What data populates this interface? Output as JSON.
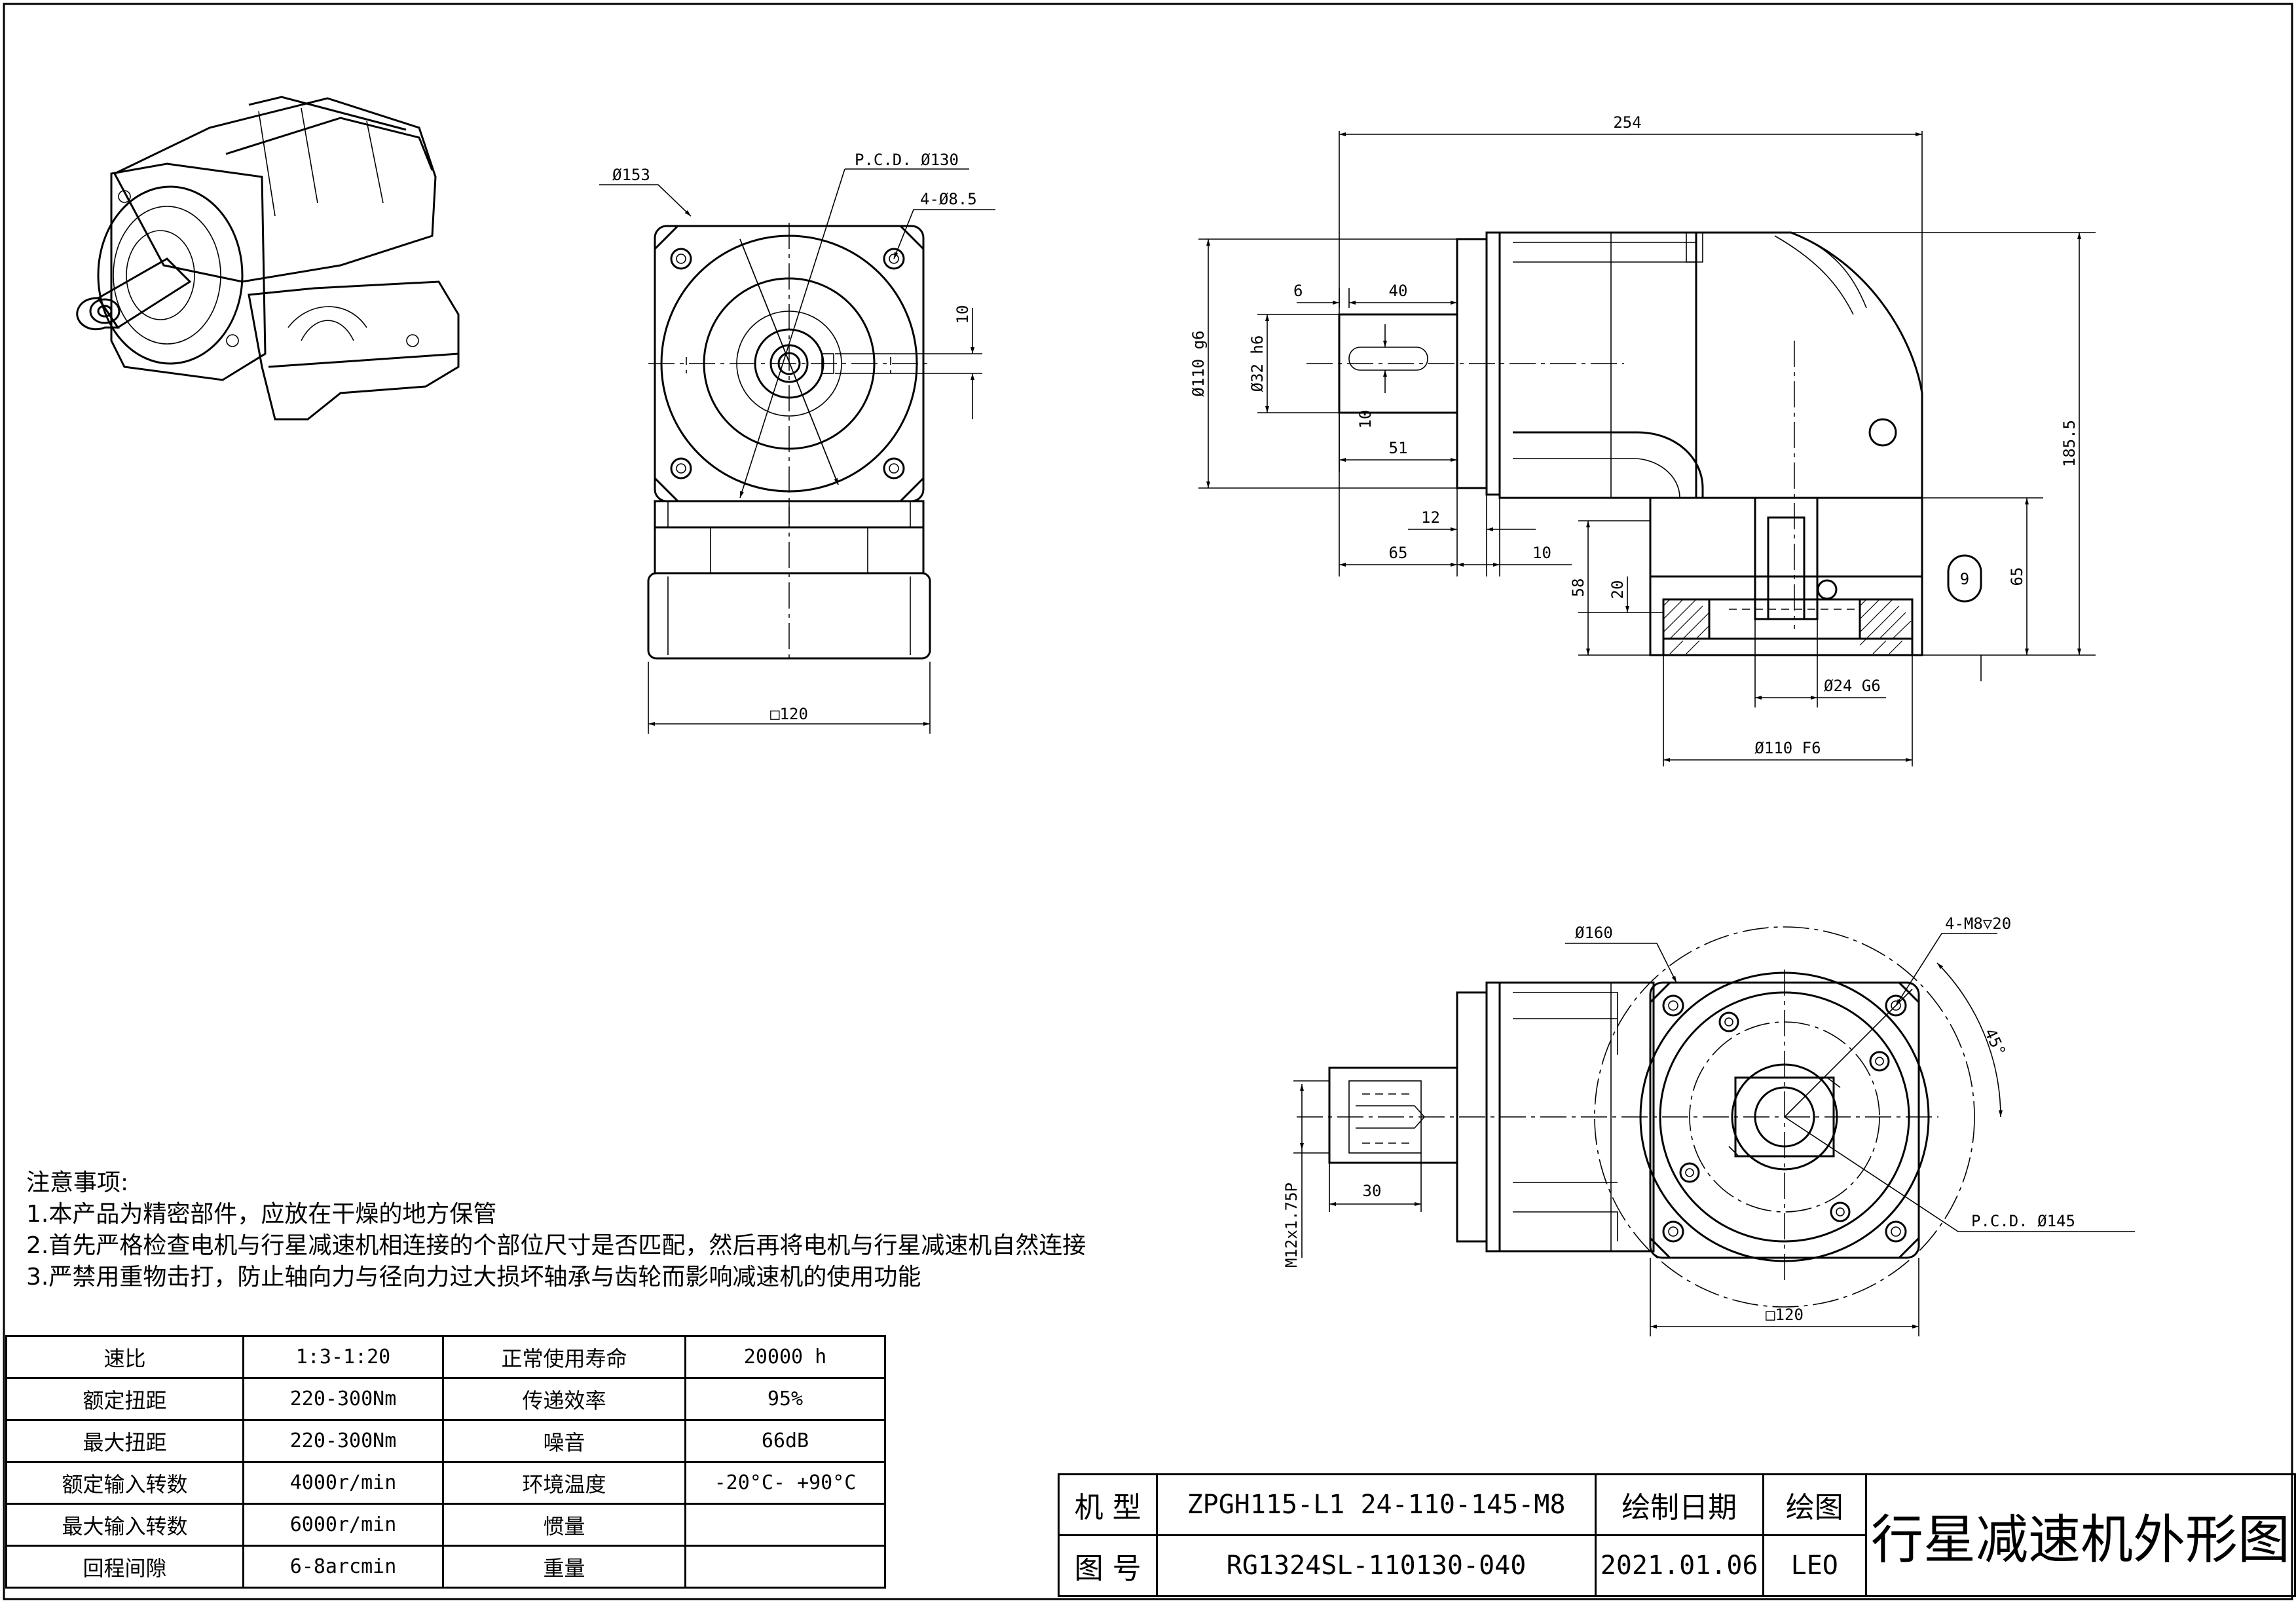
{
  "dimensions": {
    "front_pcd_130": "P.C.D. Ø130",
    "front_holes": "4-Ø8.5",
    "front_dia_153": "Ø153",
    "front_key_10": "10",
    "front_square_120": "□120",
    "side_len_254": "254",
    "side_6": "6",
    "side_40": "40",
    "side_dia_110_g6": "Ø110 g6",
    "side_dia_32_h6": "Ø32 h6",
    "side_key_10": "10",
    "side_51": "51",
    "side_12": "12",
    "side_65": "65",
    "side_10": "10",
    "side_58": "58",
    "side_20": "20",
    "side_dia_24_g6": "Ø24 G6",
    "side_dia_110_f6": "Ø110 F6",
    "side_height_185_5": "185.5",
    "side_65_right": "65",
    "side_balloon": "9",
    "bottom_dia_160": "Ø160",
    "bottom_holes": "4-M8▽20",
    "bottom_angle": "45°",
    "bottom_thread": "M12x1.75P",
    "bottom_30": "30",
    "bottom_pcd_145": "P.C.D. Ø145",
    "bottom_square_120": "□120"
  },
  "notes": {
    "heading": "注意事项:",
    "items": [
      "1.本产品为精密部件，应放在干燥的地方保管",
      "2.首先严格检查电机与行星减速机相连接的个部位尺寸是否匹配，然后再将电机与行星减速机自然连接",
      "3.严禁用重物击打，防止轴向力与径向力过大损坏轴承与齿轮而影响减速机的使用功能"
    ]
  },
  "spec_table": {
    "rows": [
      {
        "label_a": "速比",
        "value_a": "1:3-1:20",
        "label_b": "正常使用寿命",
        "value_b": "20000 h"
      },
      {
        "label_a": "额定扭距",
        "value_a": "220-300Nm",
        "label_b": "传递效率",
        "value_b": "95%"
      },
      {
        "label_a": "最大扭距",
        "value_a": "220-300Nm",
        "label_b": "噪音",
        "value_b": "66dB"
      },
      {
        "label_a": "额定输入转数",
        "value_a": "4000r/min",
        "label_b": "环境温度",
        "value_b": "-20°C- +90°C"
      },
      {
        "label_a": "最大输入转数",
        "value_a": "6000r/min",
        "label_b": "惯量",
        "value_b": ""
      },
      {
        "label_a": "回程间隙",
        "value_a": "6-8arcmin",
        "label_b": "重量",
        "value_b": ""
      }
    ]
  },
  "title_block": {
    "model_label": "机 型",
    "model_value": "ZPGH115-L1 24-110-145-M8",
    "date_label": "绘制日期",
    "drawer_label": "绘图",
    "drawing_title": "行星减速机外形图",
    "drawing_no_label": "图 号",
    "drawing_no_value": "RG1324SL-110130-040",
    "date_value": "2021.01.06",
    "drawer_value": "LEO"
  }
}
